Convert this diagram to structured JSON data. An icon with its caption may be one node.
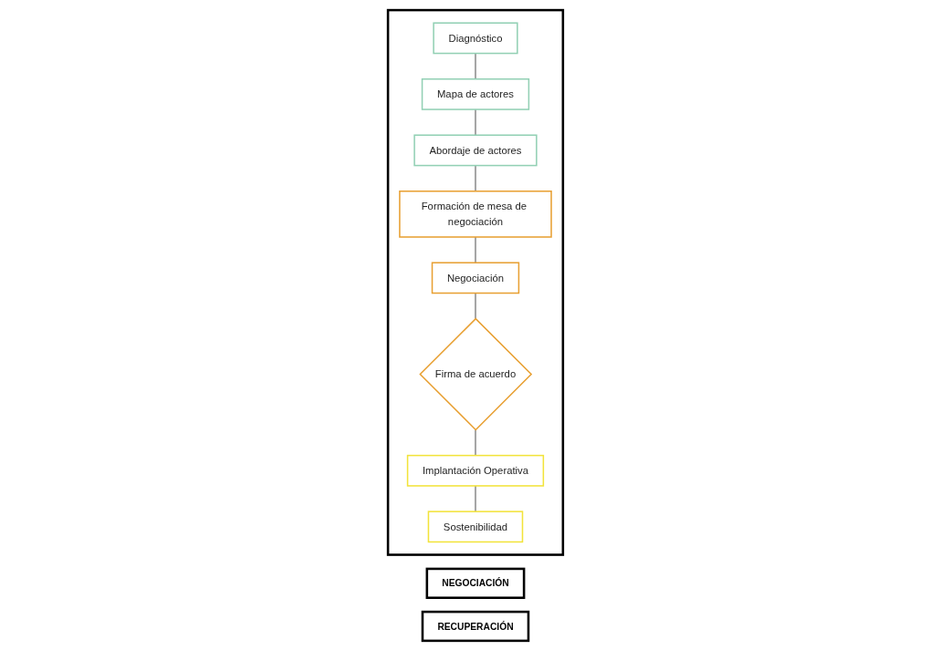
{
  "diagram": {
    "nodes": [
      {
        "text": [
          "NEGOCIACIÓN"
        ]
      },
      {
        "text": [
          "RECUPERACIÓN"
        ]
      },
      {
        "text": [],
        "shape": "box"
      },
      {
        "text": [
          "Diagnóstico"
        ],
        "in": 2
      },
      {
        "text": [
          "Firma de acuerdo"
        ],
        "in": 2
      },
      {
        "text": [
          "Implantación Operativa"
        ],
        "in": 2
      },
      {
        "text": [
          "Mapa de actores"
        ],
        "in": 2
      },
      {
        "text": [
          "Negociación"
        ],
        "in": 2
      },
      {
        "text": [
          "Sostenibilidad"
        ],
        "in": 2
      },
      {
        "text": [
          "Abordaje de actores"
        ],
        "in": 2
      },
      {
        "text": [
          "Formación de mesa de negociación"
        ],
        "in": 2
      }
    ],
    "edges": [
      {
        "from": 3,
        "to": 6,
        "arrow": "none"
      },
      {
        "from": 6,
        "to": 9,
        "arrow": "none"
      },
      {
        "from": 9,
        "to": 10,
        "arrow": "none"
      },
      {
        "from": 10,
        "to": 7,
        "arrow": "none"
      },
      {
        "from": 7,
        "to": 4,
        "arrow": "none"
      },
      {
        "from": 4,
        "to": 5,
        "arrow": "none"
      },
      {
        "from": 5,
        "to": 8,
        "arrow": "none"
      }
    ]
  }
}
